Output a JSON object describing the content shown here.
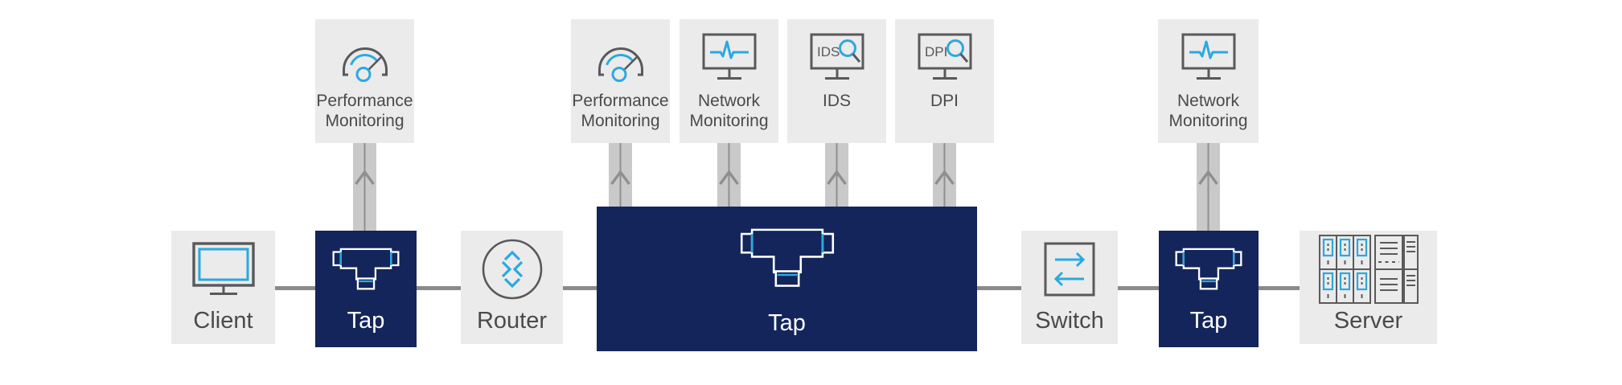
{
  "diagram_name": "inline network tap deployment diagram",
  "colors": {
    "navy_tap": "#13255a",
    "box_gray": "#ebebeb",
    "accent_blue": "#2aa9e0",
    "icon_gray": "#58595b",
    "label_gray": "#4a4a4a",
    "connector_band": "#c9c9c9",
    "connector_arrow": "#8f8f8f",
    "link_line": "#8a8a8a",
    "white": "#ffffff"
  },
  "monitors": [
    {
      "label": "Performance Monitoring",
      "icon": "gauge-icon"
    },
    {
      "label": "Performance Monitoring",
      "icon": "gauge-icon"
    },
    {
      "label": "Network Monitoring",
      "icon": "pulse-monitor-icon"
    },
    {
      "label": "IDS",
      "screen_text": "IDS",
      "icon": "magnifier-monitor-icon"
    },
    {
      "label": "DPI",
      "screen_text": "DPI",
      "icon": "magnifier-monitor-icon"
    },
    {
      "label": "Network Monitoring",
      "icon": "pulse-monitor-icon"
    }
  ],
  "nodes": [
    {
      "label": "Client",
      "icon": "client-monitor-icon"
    },
    {
      "label": "Tap",
      "icon": "tap-icon"
    },
    {
      "label": "Router",
      "icon": "router-icon"
    },
    {
      "label": "Tap",
      "icon": "tap-icon"
    },
    {
      "label": "Switch",
      "icon": "switch-icon"
    },
    {
      "label": "Tap",
      "icon": "tap-icon"
    },
    {
      "label": "Server",
      "icon": "server-rack-icon"
    }
  ],
  "connectors": {
    "direction": "up",
    "count": 6
  }
}
